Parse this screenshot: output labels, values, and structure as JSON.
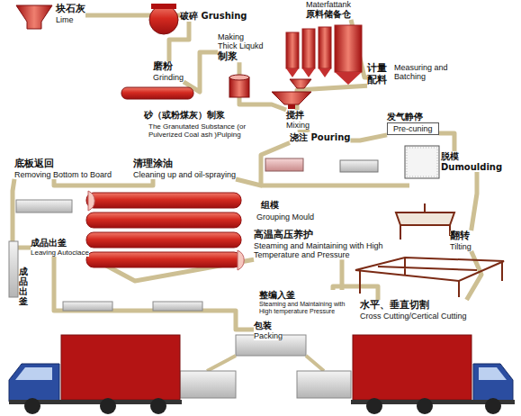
{
  "diagram": {
    "nodes": [
      {
        "text": [
          "块石灰",
          "Lime"
        ]
      },
      {
        "text": [
          "破碎 Grushing"
        ]
      },
      {
        "text": [
          "磨粉",
          "Grinding"
        ]
      },
      {
        "text": [
          "Making Thick Liqukd",
          "制浆"
        ]
      },
      {
        "text": [
          "Materfattank",
          "原料储备仓"
        ]
      },
      {
        "text": [
          "计量 配料",
          "Measuring and Batching"
        ]
      },
      {
        "text": [
          "搅拌",
          "Mixing"
        ]
      },
      {
        "text": [
          "浇注 Pouring"
        ]
      },
      {
        "text": [
          "发气静停",
          "Pre-cuning"
        ]
      },
      {
        "text": [
          "脱模 Dumoulding"
        ]
      },
      {
        "text": [
          "翻转",
          "Tilting"
        ]
      },
      {
        "text": [
          "水平、垂直切割",
          "Cross Cutting/Certical Cutting"
        ]
      },
      {
        "text": [
          "整编入釜",
          "Steaming and Maintaining with High temperature Pressure"
        ]
      },
      {
        "text": [
          "高温高压养护",
          "Steaming and Maintaining with High Temperature and Pressure"
        ]
      },
      {
        "text": [
          "成品出釜",
          "Leaving Autociace"
        ]
      },
      {
        "text": [
          "包装",
          "Packing"
        ]
      },
      {
        "text": [
          "清理涂油",
          "Cleaning up and oil-spraying"
        ]
      },
      {
        "text": [
          "底板返回",
          "Removing Bottom to Board"
        ]
      }
    ],
    "edges": [
      {
        "from": 0,
        "to": 1,
        "arrow": "none"
      },
      {
        "from": 1,
        "to": 2,
        "arrow": "none"
      },
      {
        "from": 2,
        "to": 3,
        "arrow": "none"
      },
      {
        "from": 3,
        "to": 6,
        "arrow": "none"
      },
      {
        "from": 4,
        "to": 5,
        "arrow": "none"
      },
      {
        "from": 5,
        "to": 6,
        "arrow": "none"
      },
      {
        "from": 6,
        "to": 7,
        "arrow": "none"
      },
      {
        "from": 7,
        "to": 8,
        "arrow": "none"
      },
      {
        "from": 8,
        "to": 9,
        "arrow": "none"
      },
      {
        "from": 9,
        "to": 10,
        "arrow": "none"
      },
      {
        "from": 10,
        "to": 11,
        "arrow": "none"
      },
      {
        "from": 11,
        "to": 12,
        "arrow": "none"
      },
      {
        "from": 12,
        "to": 13,
        "arrow": "none"
      },
      {
        "from": 13,
        "to": 14,
        "arrow": "none"
      },
      {
        "from": 14,
        "to": 15,
        "arrow": "none"
      },
      {
        "from": 14,
        "to": 17,
        "arrow": "none"
      },
      {
        "from": 17,
        "to": 16,
        "arrow": "none"
      },
      {
        "from": 16,
        "to": 7,
        "arrow": "none"
      }
    ],
    "labels": [
      "砂（或粉煤灰）制浆",
      "The Granutated Substance (or Pulverized Coal ash )Pulping",
      "组模",
      "Grouping Mould",
      "成品出釜"
    ]
  }
}
